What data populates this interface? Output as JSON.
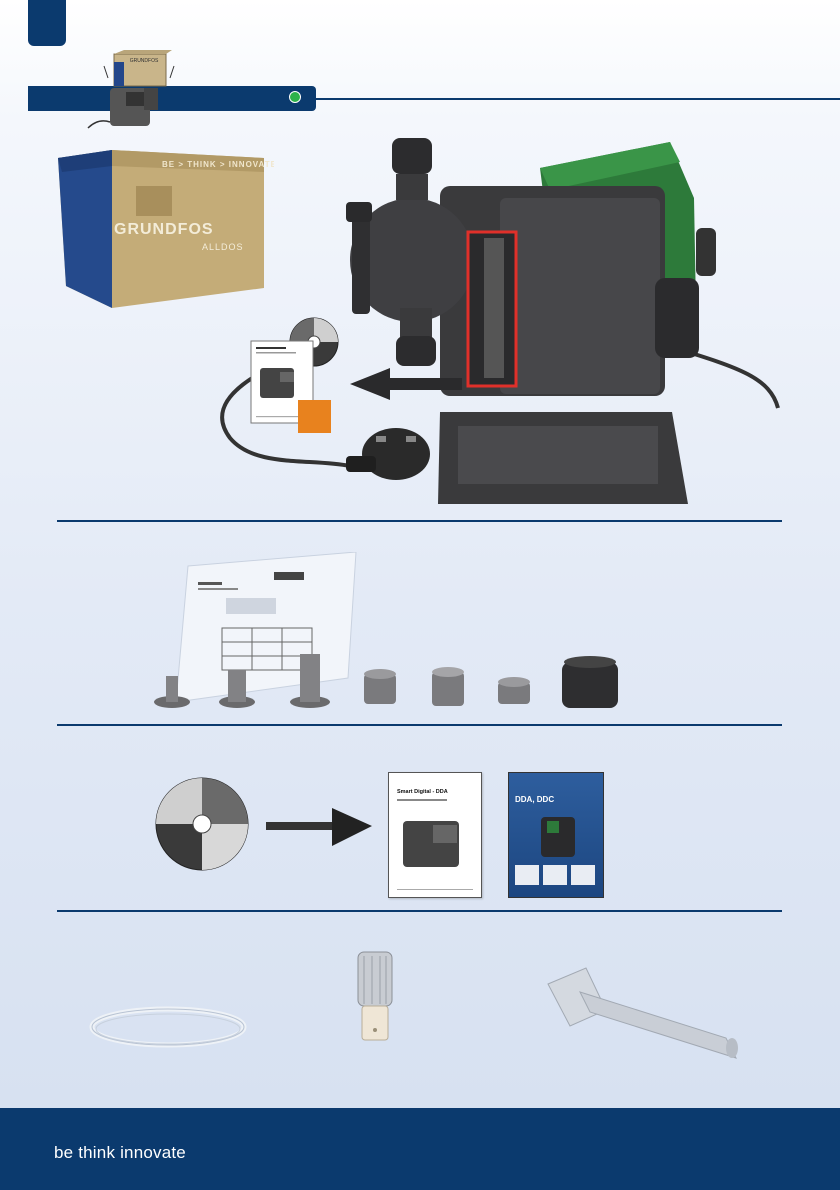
{
  "box": {
    "brand": "GRUNDFOS",
    "sub_brand": "ALLDOS",
    "band_text": "BE > THINK > INNOVATE >"
  },
  "documents": {
    "manual_title": "Smart Digital - DDA",
    "catalog_title": "DDA, DDC"
  },
  "footer": {
    "tagline": "be think innovate"
  },
  "colors": {
    "navy": "#0b3a6e",
    "status_green": "#2db24a",
    "nameplate_outline": "#e0302a",
    "marker_orange": "#e8821e",
    "pump_green": "#2d7a3a"
  },
  "icons": [
    "package-thumbnail-icon",
    "status-dot-icon",
    "arrow-icon",
    "cd-icon"
  ]
}
